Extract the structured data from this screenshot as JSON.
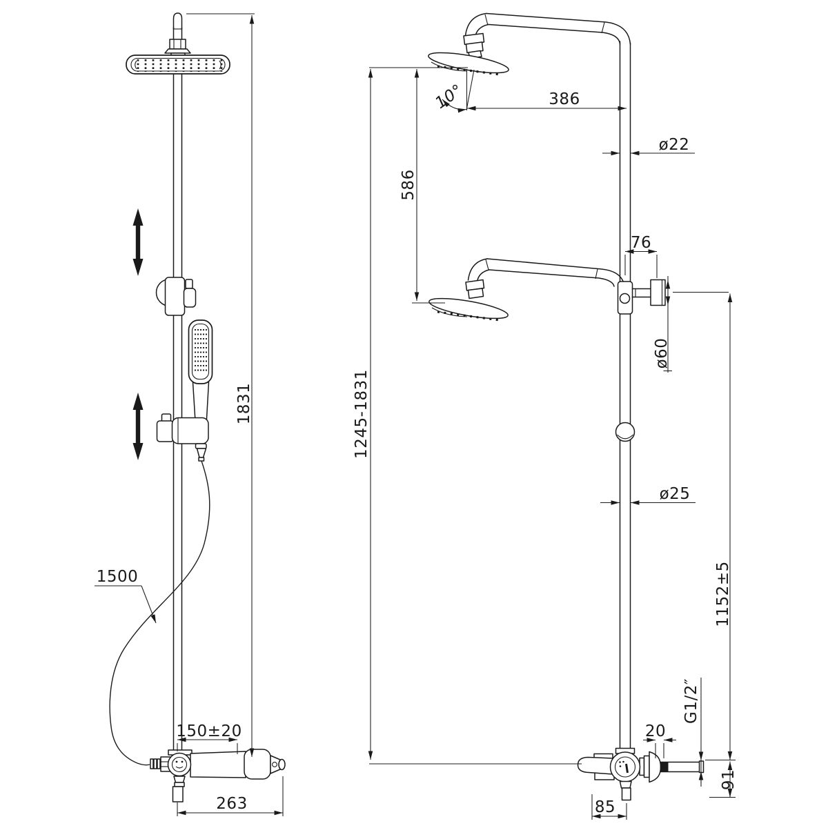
{
  "page": {
    "background": "#ffffff",
    "line_color": "#1a1a1a"
  },
  "front_view": {
    "dims": {
      "total_height": "1831",
      "hose_length": "1500",
      "handle_offset": "150±20",
      "overall_width": "263"
    }
  },
  "side_view": {
    "dims": {
      "arm_reach": "386",
      "head_angle": "10°",
      "upper_pipe_diameter": "ø22",
      "head_drop": "586",
      "bracket_offset": "76",
      "bracket_diameter": "ø60",
      "adjustable_height": "1245-1831",
      "lower_pipe_diameter": "ø25",
      "inlet_height": "1152±5",
      "thread_size": "G1/2″",
      "thread_length": "20",
      "outlet_drop": "91",
      "valve_depth": "85"
    }
  }
}
